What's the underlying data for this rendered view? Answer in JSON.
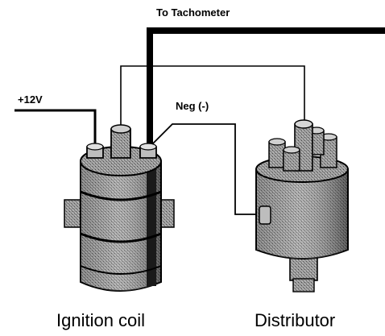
{
  "labels": {
    "tachometer": "To Tachometer",
    "plus12v": "+12V",
    "neg": "Neg (-)",
    "ignition_coil": "Ignition coil",
    "distributor": "Distributor"
  },
  "colors": {
    "wire": "#000000",
    "body": "#8a8a8a",
    "shade": "#3a3a3a",
    "light": "#d8d8d8",
    "background": "#ffffff"
  }
}
